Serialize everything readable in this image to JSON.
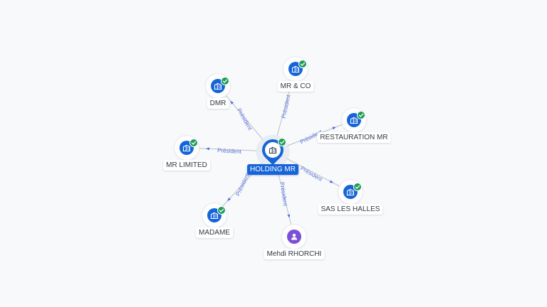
{
  "colors": {
    "company": "#1565d8",
    "person": "#7b4fd6",
    "verified": "#1f9d57",
    "edge": "#b8c0cc",
    "edge_label": "#5a72d6",
    "background": "#f8f9fb"
  },
  "center": {
    "name": "HOLDING MR",
    "icon": "building-icon",
    "verified": true
  },
  "nodes": [
    {
      "id": "mr-co",
      "name": "MR & CO",
      "kind": "company",
      "icon": "building-icon",
      "verified": true,
      "relation": "Président"
    },
    {
      "id": "dmr",
      "name": "DMR",
      "kind": "company",
      "icon": "building-icon",
      "verified": true,
      "relation": "Président"
    },
    {
      "id": "restauration-mr",
      "name": "RESTAURATION MR",
      "kind": "company",
      "icon": "building-icon",
      "verified": true,
      "relation": "Président"
    },
    {
      "id": "mr-limited",
      "name": "MR LIMITED",
      "kind": "company",
      "icon": "building-icon",
      "verified": true,
      "relation": "Président"
    },
    {
      "id": "sas-les-halles",
      "name": "SAS LES HALLES",
      "kind": "company",
      "icon": "building-icon",
      "verified": true,
      "relation": "Président"
    },
    {
      "id": "madame",
      "name": "MADAME",
      "kind": "company",
      "icon": "building-icon",
      "verified": true,
      "relation": "Président"
    },
    {
      "id": "mehdi-rhorchi",
      "name": "Mehdi RHORCHI",
      "kind": "person",
      "icon": "person-icon",
      "verified": false,
      "relation": "Président"
    }
  ]
}
